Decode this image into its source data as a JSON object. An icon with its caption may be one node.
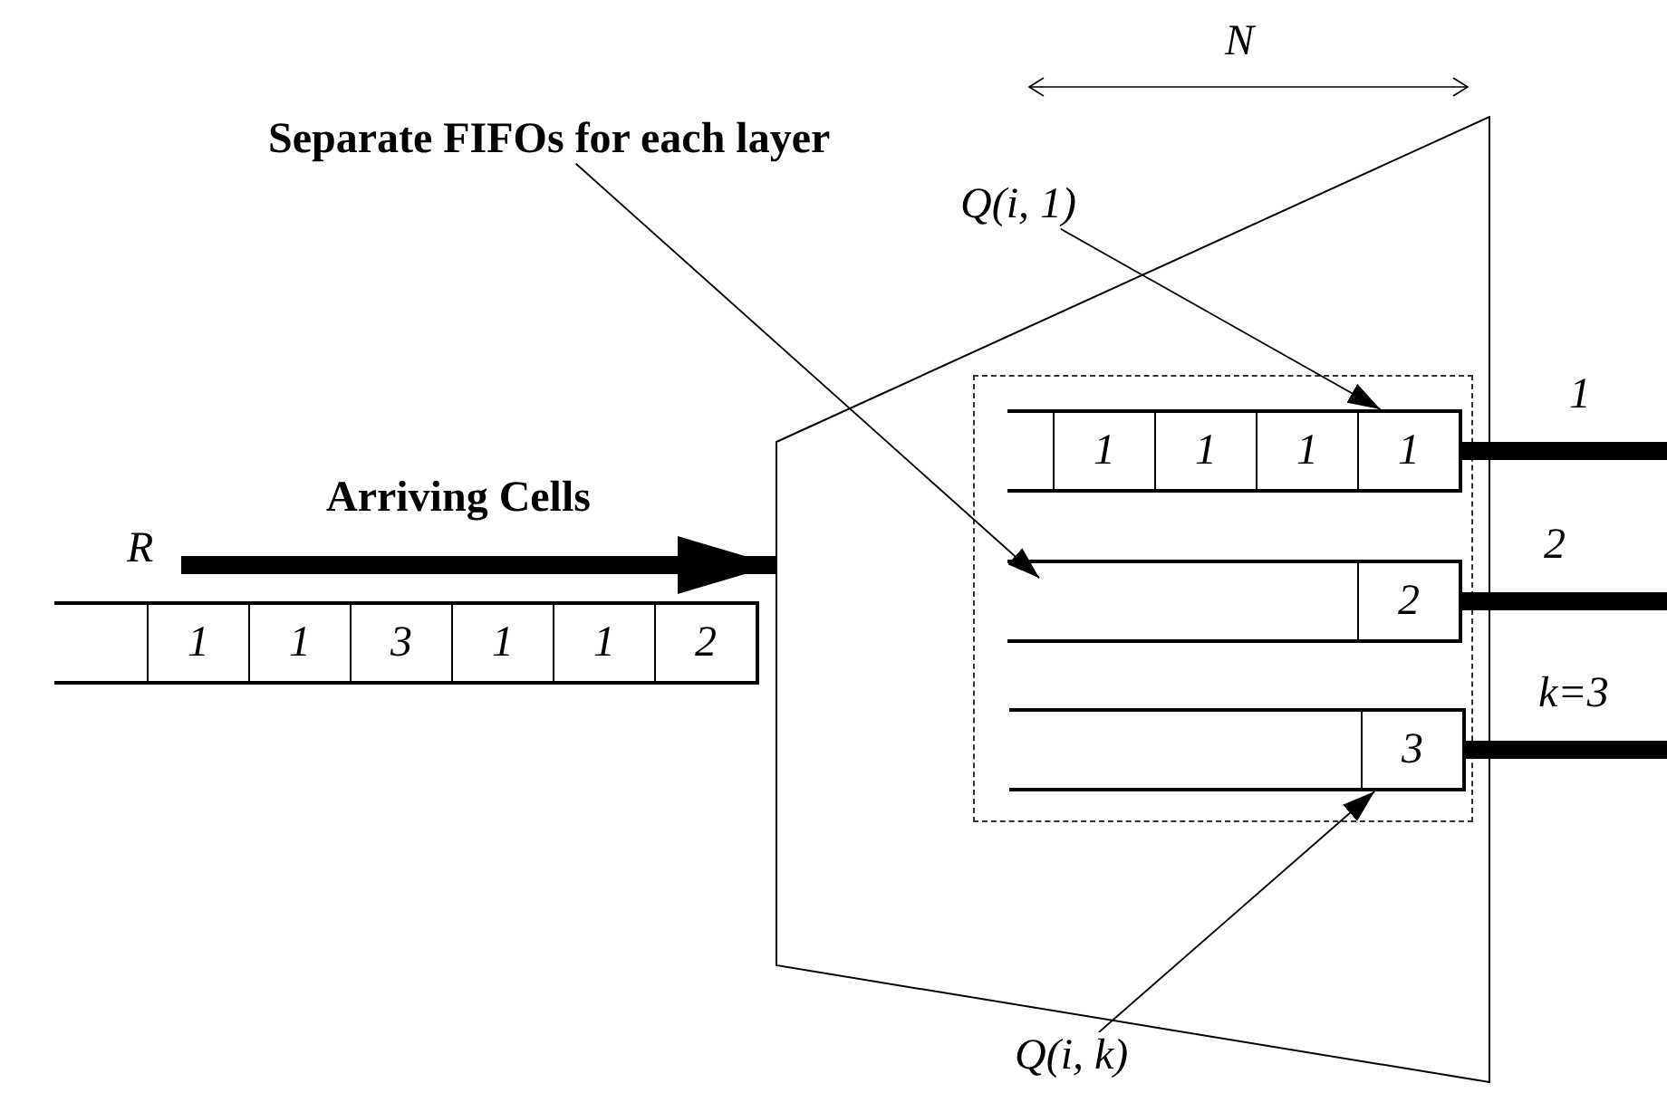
{
  "diagram": {
    "nodes": [
      {
        "text": [],
        "shape": "trapezoid"
      },
      {
        "text": [],
        "shape": "box",
        "in": 0
      },
      {
        "text": [
          "1",
          "1",
          "1",
          "1"
        ],
        "in": 1
      },
      {
        "text": [
          "2"
        ],
        "in": 1
      },
      {
        "text": [
          "3"
        ],
        "in": 1
      },
      {
        "text": [
          "1",
          "1",
          "3",
          "1",
          "1",
          "2"
        ]
      },
      {
        "text": [
          "Separate FIFOs for each layer"
        ]
      },
      {
        "text": [
          "Q(i, 1)"
        ]
      },
      {
        "text": [
          "Q(i, k)"
        ]
      }
    ],
    "edges": [
      {
        "from": null,
        "to": 0,
        "arrow": "to",
        "label": "Arriving Cells"
      },
      {
        "from": 6,
        "to": 3,
        "arrow": "to"
      },
      {
        "from": 7,
        "to": 2,
        "arrow": "to"
      },
      {
        "from": 8,
        "to": 4,
        "arrow": "to"
      },
      {
        "from": 2,
        "to": null,
        "arrow": "none",
        "label": "1"
      },
      {
        "from": 3,
        "to": null,
        "arrow": "none",
        "label": "2"
      },
      {
        "from": 4,
        "to": null,
        "arrow": "none",
        "label": "k=3"
      }
    ],
    "labels": [
      "N",
      "R"
    ]
  }
}
